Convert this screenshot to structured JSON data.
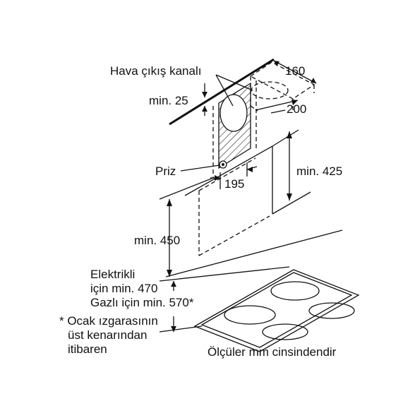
{
  "diagram": {
    "labels": {
      "air_outlet_duct": "Hava çıkış kanalı",
      "min_25": "min. 25",
      "dim_160": "160",
      "dim_200": "200",
      "socket": "Priz",
      "min_425": "min. 425",
      "dim_195": "195",
      "min_450": "min. 450",
      "electric_line1": "Elektrikli",
      "electric_line2": "için min. 470",
      "gas": "Gazlı için min. 570*",
      "footnote_line1": "* Ocak ızgarasının",
      "footnote_line2": "üst kenarından",
      "footnote_line3": "itibaren",
      "units_note": "Ölçüler mm cinsindendir"
    }
  }
}
